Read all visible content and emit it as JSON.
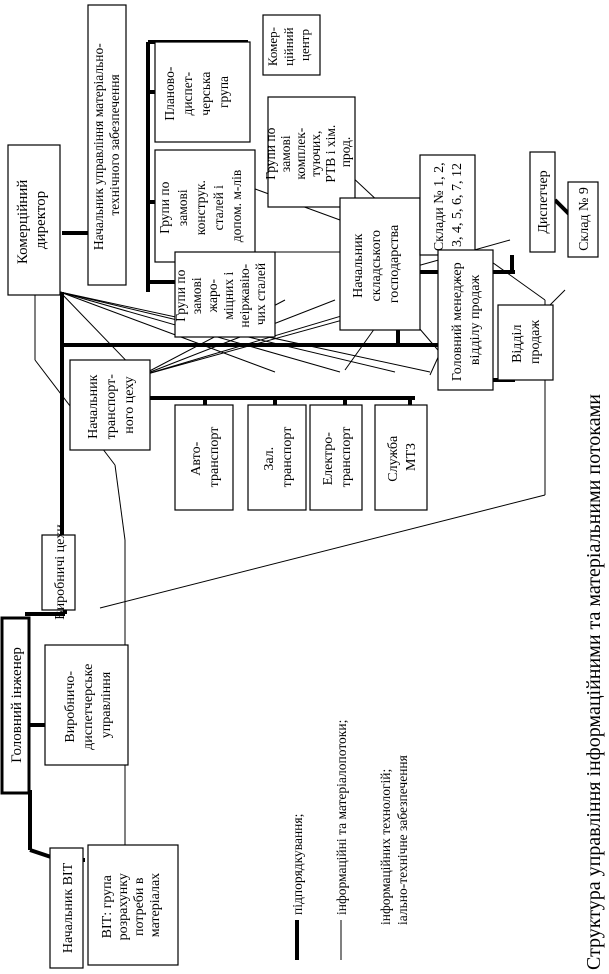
{
  "title": "Структура управління інформаційними та матеріальними потоками",
  "nodes": {
    "commercial_director": [
      "Комерційний",
      "директор"
    ],
    "mts_head": [
      "Начальник управління матеріально-",
      "технічного забезпечення"
    ],
    "planning_group": [
      "Планово-",
      "диспет-",
      "черська",
      "група"
    ],
    "commercial_center": [
      "Комер-",
      "ційний",
      "центр"
    ],
    "struct_steel_group": [
      "Групи по",
      "замові",
      "конструк.",
      "сталей і",
      "допом. м-лів"
    ],
    "heat_resistant_group": [
      "Групи по",
      "замові",
      "жаро-",
      "міцних і",
      "неіржавію-",
      "чих сталей"
    ],
    "components_group": [
      "Групи по",
      "замові",
      "комплек-",
      "туючих,",
      "РТВ і хім.",
      "прод."
    ],
    "warehouse_head": [
      "Начальник",
      "складського",
      "господарства"
    ],
    "warehouses": [
      "Склади № 1, 2,",
      "3, 4, 5, 6, 7, 12"
    ],
    "dispatcher": [
      "Диспетчер"
    ],
    "warehouse9": [
      "Склад № 9"
    ],
    "sales_manager": [
      "Головний менеджер",
      "відділу продаж"
    ],
    "sales_dept": [
      "Відділ",
      "продаж"
    ],
    "transport_head": [
      "Начальник",
      "транспорт-",
      "ного цеху"
    ],
    "auto": [
      "Авто-",
      "транспорт"
    ],
    "rail": [
      "Зал.",
      "транспорт"
    ],
    "electro": [
      "Електро-",
      "транспорт"
    ],
    "mtz": [
      "Служба",
      "МТЗ"
    ],
    "chief_engineer": [
      "Головний інженер"
    ],
    "production_shops": [
      "Виробничі цехи"
    ],
    "dispatch_mgmt": [
      "Виробничо-",
      "диспетчерське",
      "управління"
    ],
    "vit_head": [
      "Начальник ВІТ"
    ],
    "vit_group": [
      "ВІТ: група",
      "розрахунку",
      "потреби в",
      "матеріалах"
    ]
  },
  "legend": {
    "subordination": "підпорядкування;",
    "info_flows": "інформаційні та матеріалопотоки;",
    "line3": "інформаційних технологій;",
    "line4": "іально-технічне забезпечення"
  }
}
